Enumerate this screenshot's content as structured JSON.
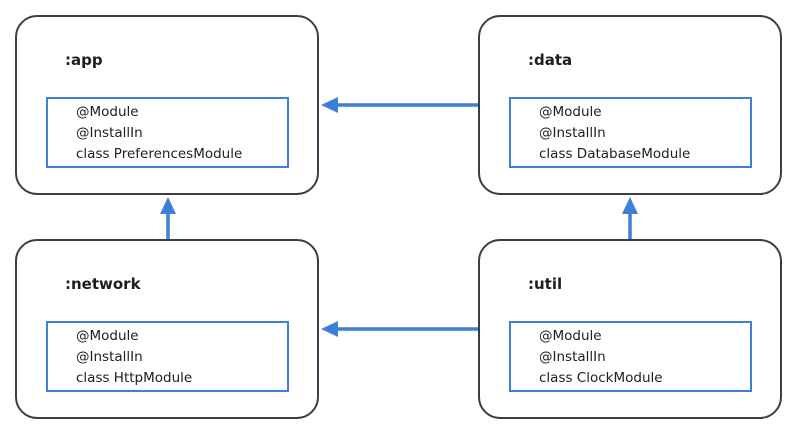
{
  "modules": {
    "app": {
      "name": ":app",
      "lines": [
        "@Module",
        "@InstallIn",
        "class PreferencesModule"
      ]
    },
    "data": {
      "name": ":data",
      "lines": [
        "@Module",
        "@InstallIn",
        "class DatabaseModule"
      ]
    },
    "network": {
      "name": ":network",
      "lines": [
        "@Module",
        "@InstallIn",
        "class HttpModule"
      ]
    },
    "util": {
      "name": ":util",
      "lines": [
        "@Module",
        "@InstallIn",
        "class ClockModule"
      ]
    }
  },
  "dependencies": [
    {
      "from": "data",
      "to": "app"
    },
    {
      "from": "network",
      "to": "app"
    },
    {
      "from": "util",
      "to": "network"
    },
    {
      "from": "util",
      "to": "data"
    }
  ],
  "colors": {
    "arrow": "#3f7fd6",
    "card_border": "#3b3e45",
    "annotation_border": "#3f7fd6"
  }
}
